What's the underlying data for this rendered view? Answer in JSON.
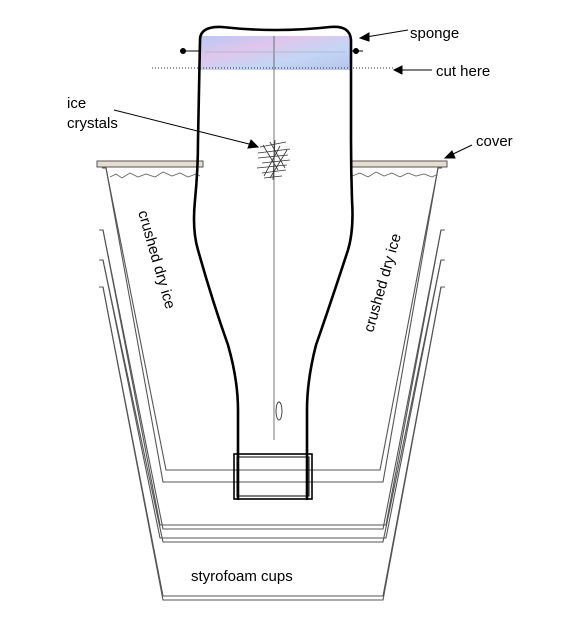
{
  "labels": {
    "sponge": "sponge",
    "cut_here": "cut here",
    "ice_line1": "ice",
    "ice_line2": "crystals",
    "cover": "cover",
    "dry_ice_left": "crushed dry ice",
    "dry_ice_right": "crushed dry ice",
    "cups": "styrofoam cups"
  },
  "colors": {
    "line": "#000000",
    "cup_line": "#555555",
    "cover_fill": "#e6ddd0",
    "sponge_fill": "#c7d2f0"
  }
}
